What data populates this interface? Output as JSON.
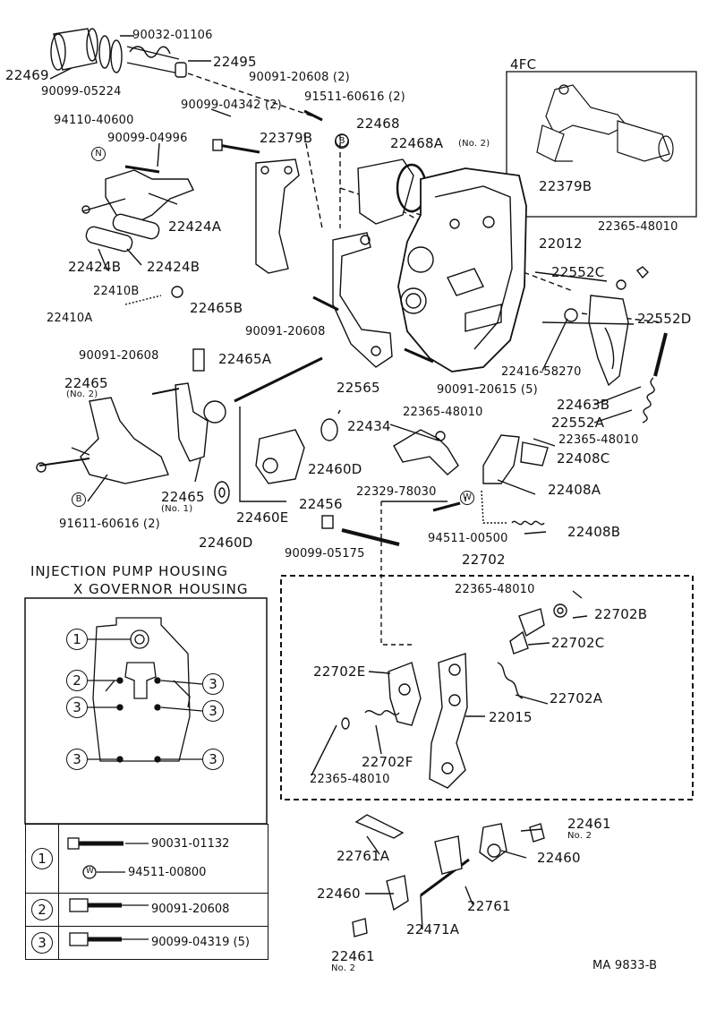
{
  "labels": {
    "p90032_01106": "90032-01106",
    "p22469": "22469",
    "p22495": "22495",
    "p90099_05224": "90099-05224",
    "p4fc": "4FC",
    "p90091_20608_2": "90091-20608 (2)",
    "p91511_60616_2": "91511-60616 (2)",
    "p90099_04342_2": "90099-04342 (2)",
    "p22468": "22468",
    "p94110_40600": "94110-40600",
    "p22379b_a": "22379B",
    "p22468a": "22468A",
    "p22468a_note": "(No. 2)",
    "p90099_04996": "90099-04996",
    "p22379b_b": "22379B",
    "p22424a": "22424A",
    "p22365_48010_a": "22365-48010",
    "p22012": "22012",
    "p22424b_a": "22424B",
    "p22424b_b": "22424B",
    "p22552c": "22552C",
    "p22410b": "22410B",
    "p22465b": "22465B",
    "p22552d": "22552D",
    "p22410a": "22410A",
    "p90091_20608_a": "90091-20608",
    "p90091_20608_b": "90091-20608",
    "p22465a": "22465A",
    "p22416_58270": "22416-58270",
    "p22565": "22565",
    "p22465_no2": "22465",
    "p22465_no2_note": "(No. 2)",
    "p90091_20615_5": "90091-20615 (5)",
    "p22463b": "22463B",
    "p22365_48010_b": "22365-48010",
    "p22552a": "22552A",
    "p22434": "22434",
    "p22365_48010_c": "22365-48010",
    "p22408c": "22408C",
    "p22460d_a": "22460D",
    "p22465_no1": "22465",
    "p22465_no1_note": "(No. 1)",
    "p22460e": "22460E",
    "p22329_78030": "22329-78030",
    "p22408a": "22408A",
    "p91611_60616_2": "91611-60616 (2)",
    "p22456": "22456",
    "p94511_00500": "94511-00500",
    "p22460d_b": "22460D",
    "p90099_05175": "90099-05175",
    "p22408b": "22408B",
    "p22702": "22702",
    "p22365_48010_d": "22365-48010",
    "p22702b": "22702B",
    "p22702c": "22702C",
    "p22702e": "22702E",
    "p22702a": "22702A",
    "p22015": "22015",
    "p22702f": "22702F",
    "p22365_48010_e": "22365-48010",
    "p22761a": "22761A",
    "p22461_a": "22461",
    "p22461_a_note": "No. 2",
    "p22460_a": "22460",
    "p22460_b": "22460",
    "p22761": "22761",
    "p22471a": "22471A",
    "p22461_b": "22461",
    "p22461_b_note": "No. 2",
    "footer": "MA  9833-B"
  },
  "stamps": {
    "n": "N",
    "b1": "B",
    "b2": "B",
    "w1": "W"
  },
  "inset": {
    "title_line1": "INJECTION PUMP HOUSING",
    "title_line2": "X GOVERNOR HOUSING",
    "hole_marks": [
      "1",
      "2",
      "3",
      "3",
      "3",
      "3",
      "3"
    ]
  },
  "legend": [
    {
      "num": "1",
      "parts": [
        "90031-01132",
        "94511-00800"
      ],
      "washer_mark": "W"
    },
    {
      "num": "2",
      "parts": [
        "90091-20608"
      ]
    },
    {
      "num": "3",
      "parts": [
        "90099-04319 (5)"
      ]
    }
  ]
}
